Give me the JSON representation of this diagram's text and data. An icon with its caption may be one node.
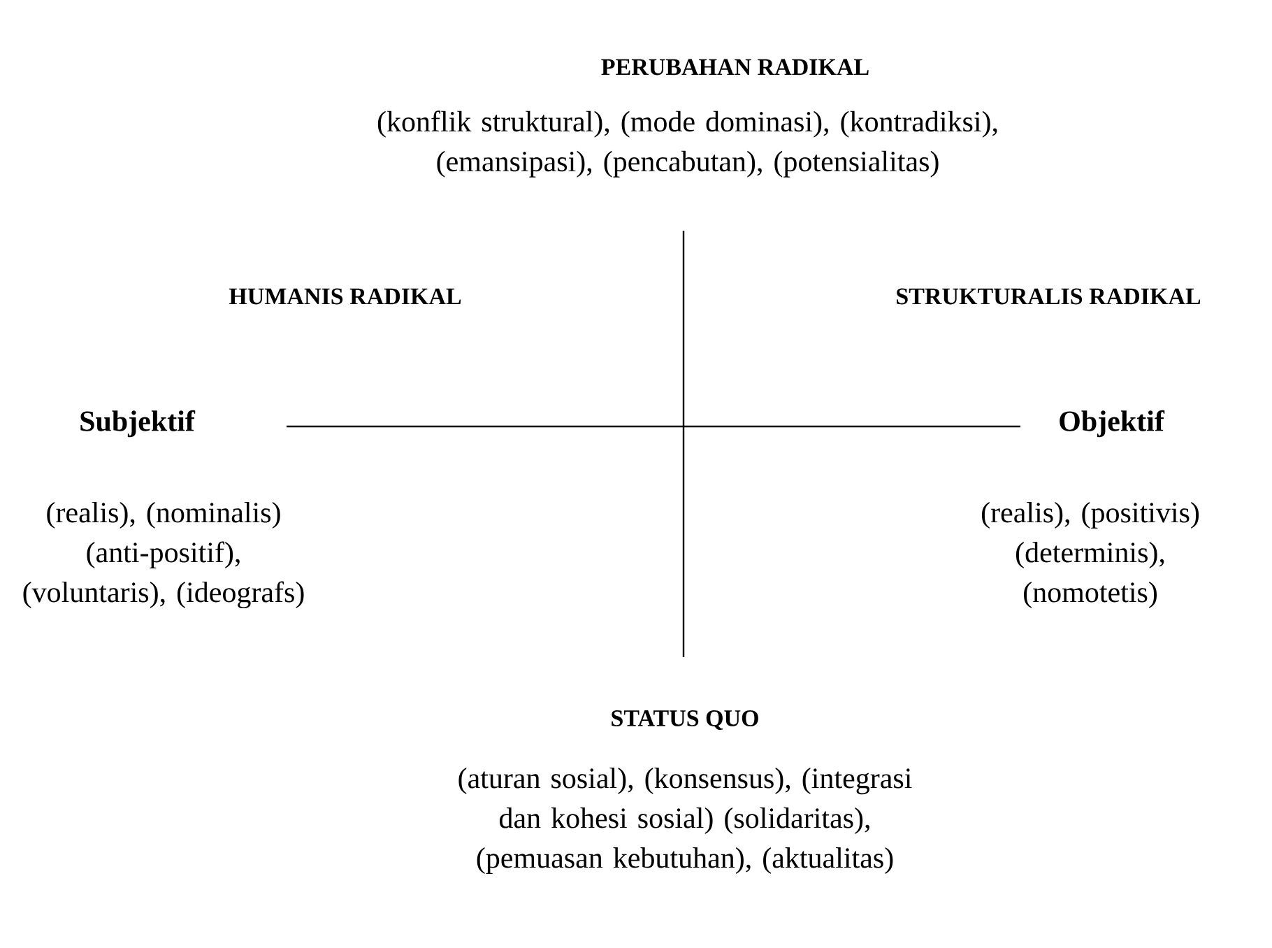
{
  "diagram": {
    "labels": [
      "PERUBAHAN RADIKAL",
      "(konflik struktural), (mode dominasi), (kontradiksi), (emansipasi), (pencabutan), (potensialitas)",
      "HUMANIS RADIKAL",
      "STRUKTURALIS RADIKAL",
      "Subjektif",
      "Objektif",
      "(realis), (nominalis) (anti-positif), (voluntaris), (ideografs)",
      "(realis), (positivis) (determinis), (nomotetis)",
      "STATUS QUO",
      "(aturan sosial), (konsensus), (integrasi dan kohesi sosial) (solidaritas), (pemuasan kebutuhan), (aktualitas)"
    ]
  }
}
